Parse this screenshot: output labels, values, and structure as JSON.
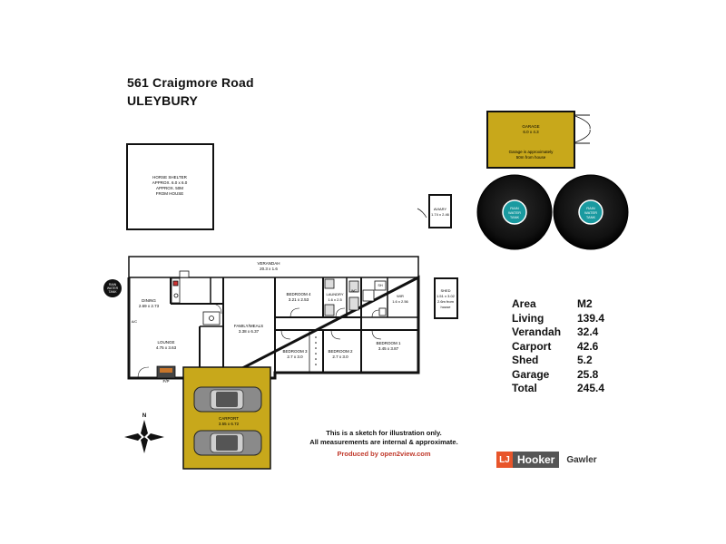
{
  "address": {
    "line1": "561 Craigmore Road",
    "line2": "ULEYBURY"
  },
  "rooms": {
    "horse_shelter": [
      "HORSE SHELTER",
      "APPROX. 6.0 x 6.0",
      "APPROX. 50M",
      "FROM HOUSE"
    ],
    "garage": [
      "GARAGE",
      "6.0 x 4.3",
      "Garage is approximately",
      "50m from house"
    ],
    "aviary": [
      "AVIARY",
      "1.74 x 2.46"
    ],
    "verandah": [
      "VERANDAH",
      "20.3 x 1.6"
    ],
    "dining": [
      "DINING",
      "2.69 x 2.73"
    ],
    "lounge": [
      "LOUNGE",
      "4.75 x 3.63"
    ],
    "family_meals": [
      "FAMILY/MEALS",
      "3.38 x 6.37"
    ],
    "bedroom4": [
      "BEDROOM 4",
      "3.21 x 2.53"
    ],
    "laundry": [
      "LAUNDRY",
      "1.6 x 2.5"
    ],
    "bedroom3": [
      "BEDROOM 3",
      "2.7 x 3.0"
    ],
    "bedroom2": [
      "BEDROOM 2",
      "2.7 x 3.0"
    ],
    "bedroom1": [
      "BEDROOM 1",
      "3.45 x 3.87"
    ],
    "wir": [
      "WIR",
      "1.6 x 2.56"
    ],
    "shed": [
      "SHED",
      "1.51 x 3.02",
      "2.6m from",
      "house"
    ],
    "carport": [
      "CARPORT",
      "3.55 x 6.72"
    ]
  },
  "labels": {
    "rain_tank": [
      "RAIN",
      "WATER",
      "TANK"
    ],
    "ac": "A/C",
    "fp": "F/P",
    "north": "N",
    "wc": "WC",
    "sh": "SH"
  },
  "area_table": [
    {
      "name": "Area",
      "value": "M2"
    },
    {
      "name": "Living",
      "value": "139.4"
    },
    {
      "name": "Verandah",
      "value": "32.4"
    },
    {
      "name": "Carport",
      "value": "42.6"
    },
    {
      "name": "Shed",
      "value": "5.2"
    },
    {
      "name": "Garage",
      "value": "25.8"
    },
    {
      "name": "Total",
      "value": "245.4"
    }
  ],
  "disclaimer": {
    "line1": "This is a sketch for illustration only.",
    "line2": "All measurements are internal & approximate."
  },
  "produced_by": "Produced by open2view.com",
  "branding": {
    "badge": "LJ",
    "name": "Hooker",
    "office": "Gawler"
  },
  "colors": {
    "carport_fill": "#c8a81b",
    "tank_center": "#1a9aa0",
    "logo_accent": "#e8552a"
  }
}
